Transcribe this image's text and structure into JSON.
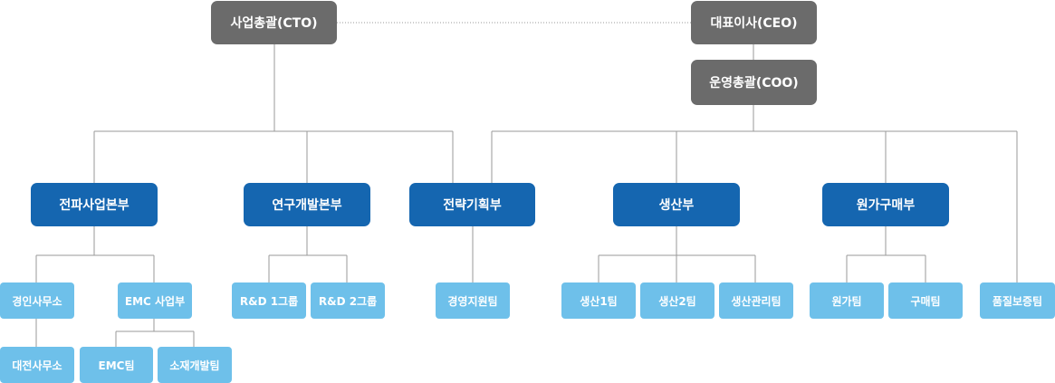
{
  "colors": {
    "executive": "#6b6b6b",
    "division": "#1566b0",
    "team": "#6ec0ea",
    "connector": "#9a9a9a"
  },
  "executives": {
    "cto": "사업총괄(CTO)",
    "ceo": "대표이사(CEO)",
    "coo": "운영총괄(COO)"
  },
  "divisions": {
    "electric": "전파사업본부",
    "rnd": "연구개발본부",
    "strategy": "전략기획부",
    "production": "생산부",
    "procurement": "원가구매부"
  },
  "teams": {
    "gyeongin_office": "경인사무소",
    "emc_business": "EMC 사업부",
    "daejeon_office": "대전사무소",
    "emc_team": "EMC팀",
    "materials_dev": "소재개발팀",
    "rnd_group1": "R&D 1그룹",
    "rnd_group2": "R&D 2그룹",
    "management_support": "경영지원팀",
    "production1": "생산1팀",
    "production2": "생산2팀",
    "production_mgmt": "생산관리팀",
    "cost_team": "원가팀",
    "purchasing_team": "구매팀",
    "quality_assurance": "품질보증팀"
  }
}
